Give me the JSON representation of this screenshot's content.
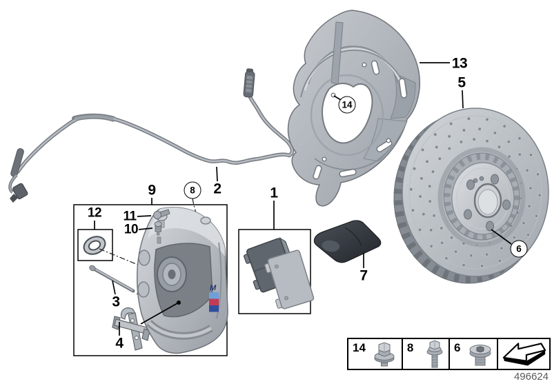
{
  "figure": {
    "part_number": "496624",
    "caliper_logo": "M",
    "callouts": {
      "n1": "1",
      "n2": "2",
      "n3": "3",
      "n4": "4",
      "n5": "5",
      "n6": "6",
      "n7": "7",
      "n8": "8",
      "n9": "9",
      "n10": "10",
      "n11": "11",
      "n12": "12",
      "n13": "13",
      "n14": "14"
    },
    "legend_cells": [
      {
        "label": "14",
        "icon": "hex-flange-bolt-icon"
      },
      {
        "label": "8",
        "icon": "hex-bolt-icon"
      },
      {
        "label": "6",
        "icon": "socket-head-plug-icon"
      },
      {
        "label": "",
        "icon": "direction-arrow-icon"
      }
    ],
    "colors": {
      "line": "#000000",
      "metal_light": "#cdd1d6",
      "metal_mid": "#aab0b6",
      "metal_dark": "#6e737a",
      "foil_dark": "#2e3338",
      "m_light_blue": "#6fa0d9",
      "m_red": "#c23b55",
      "m_dark_blue": "#2f4f9e",
      "part_number_gray": "#5a5a5a"
    }
  }
}
